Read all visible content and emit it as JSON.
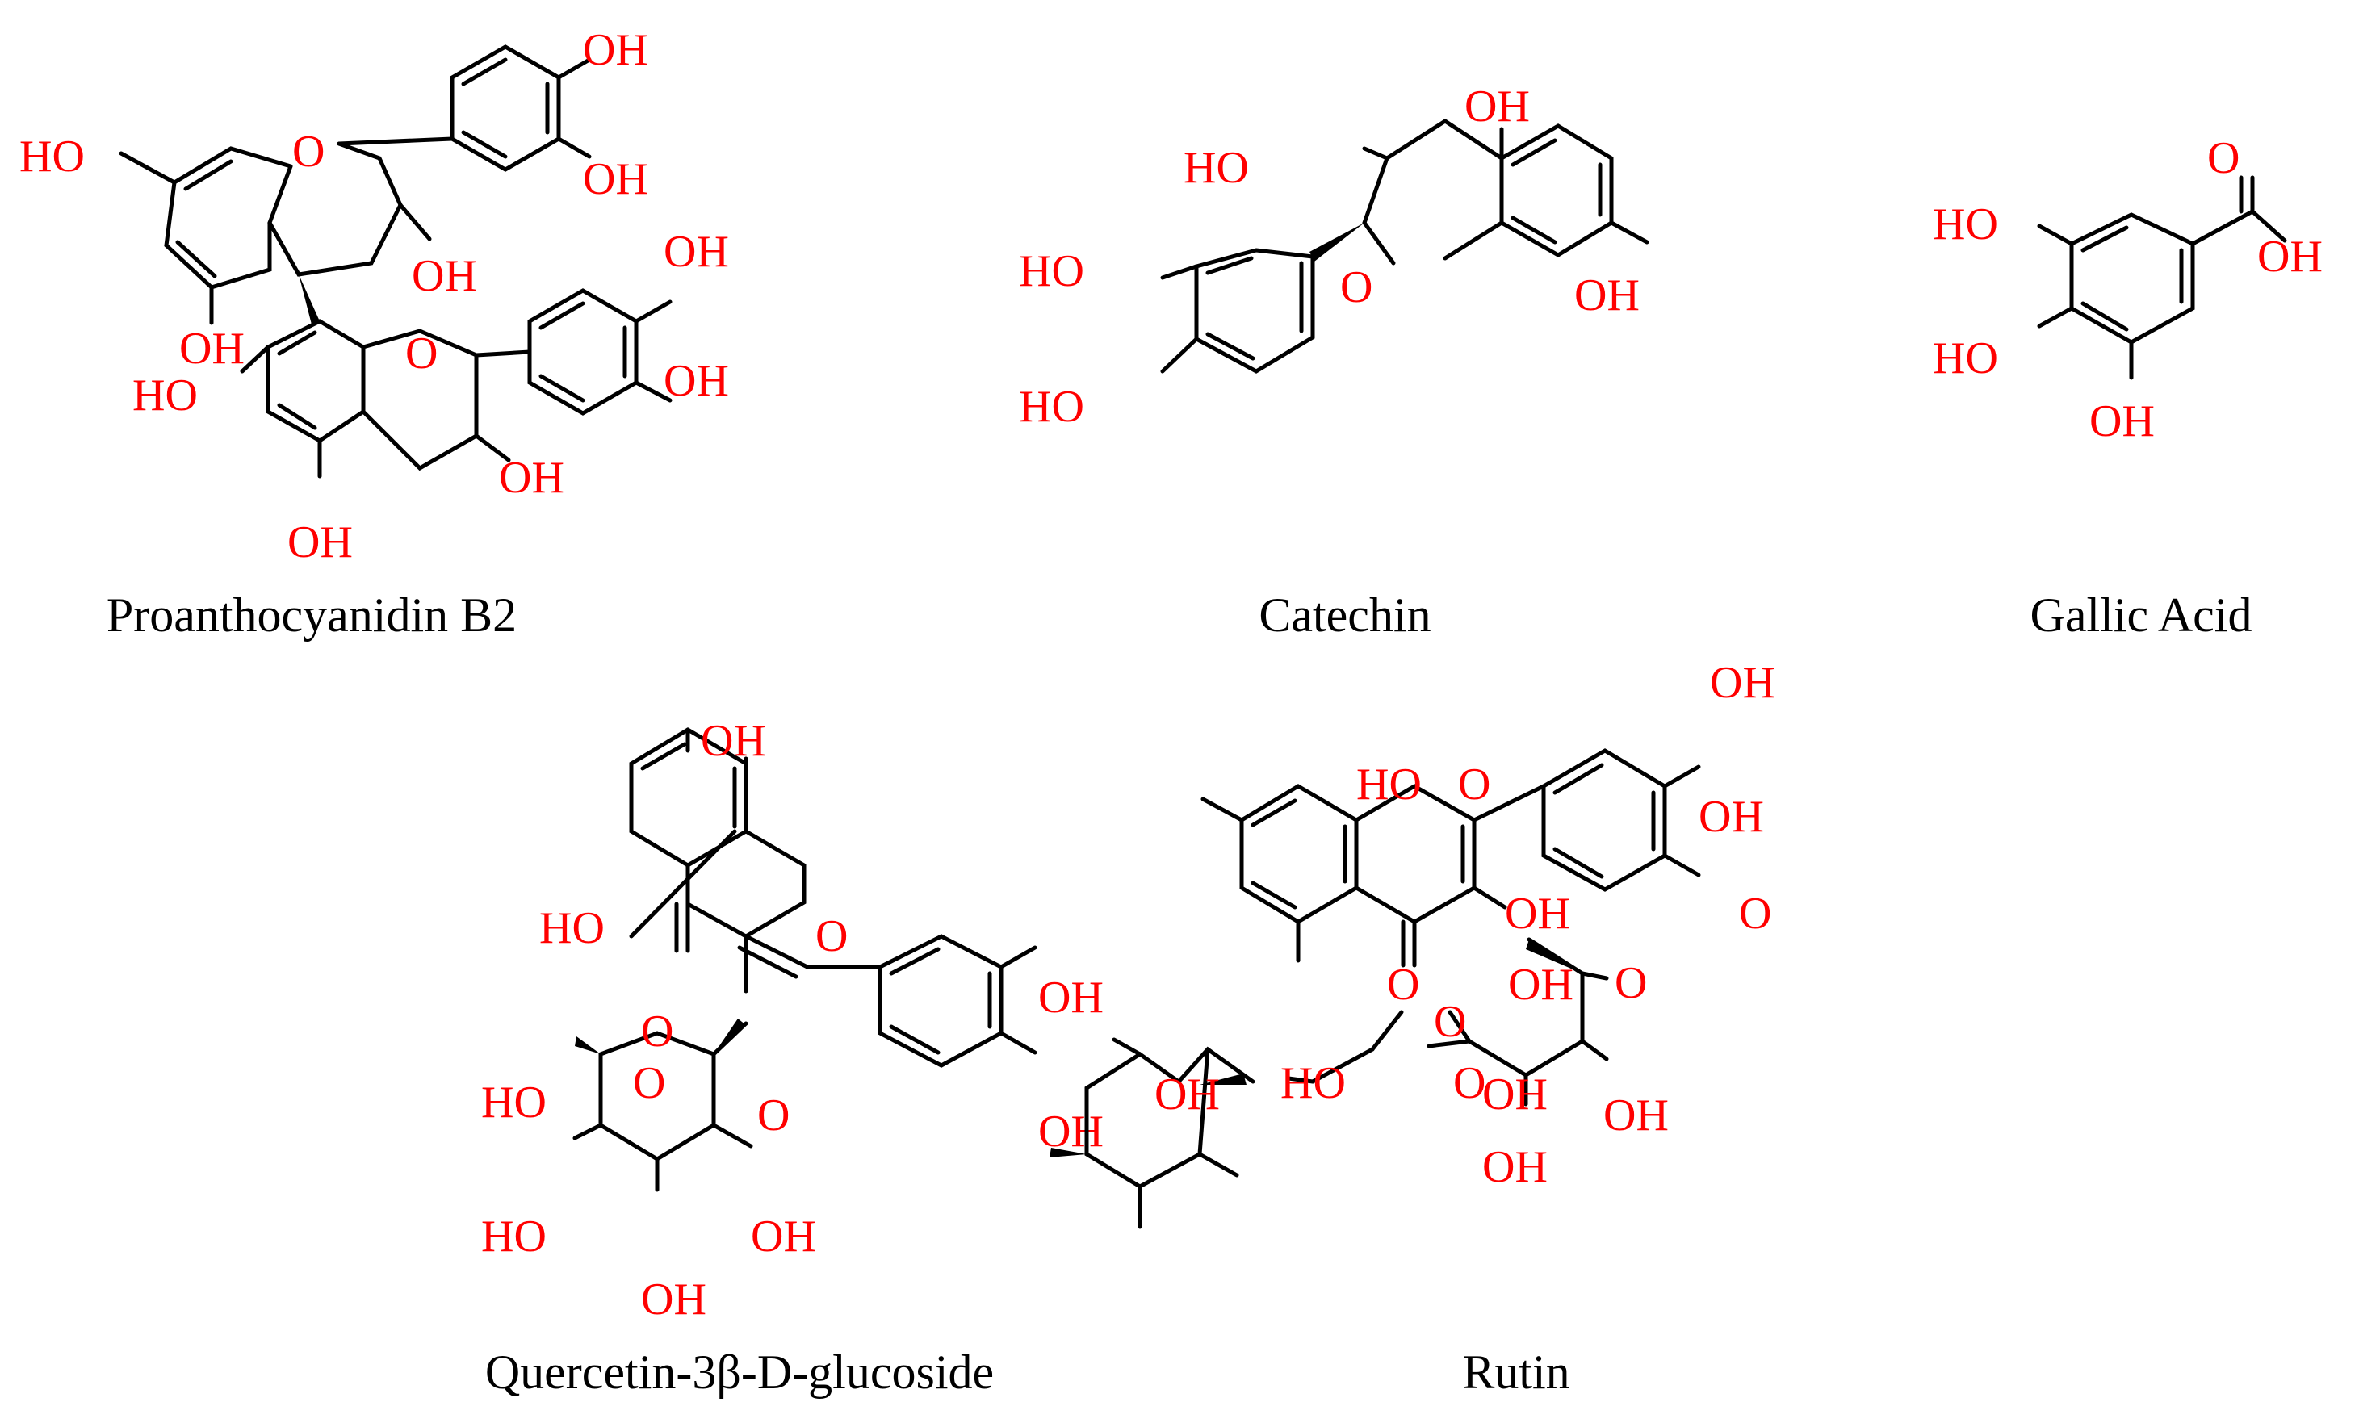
{
  "figure": {
    "atom_color": "#ff0000",
    "bond_color": "#000000",
    "background": "#ffffff"
  },
  "compounds": [
    {
      "name": "Proanthocyanidin B2",
      "atoms": [
        {
          "id": "OH_a1",
          "label": "OH"
        },
        {
          "id": "OH_a2",
          "label": "OH"
        },
        {
          "id": "HO_a3",
          "label": "HO"
        },
        {
          "id": "O_a4",
          "label": "O"
        },
        {
          "id": "OH_a5",
          "label": "OH"
        },
        {
          "id": "OH_a6",
          "label": "OH"
        },
        {
          "id": "OH_a7",
          "label": "OH"
        },
        {
          "id": "OH_a8",
          "label": "OH"
        },
        {
          "id": "HO_a9",
          "label": "HO"
        },
        {
          "id": "O_a10",
          "label": "O"
        },
        {
          "id": "OH_a11",
          "label": "OH"
        },
        {
          "id": "OH_a12",
          "label": "OH"
        }
      ]
    },
    {
      "name": "Catechin",
      "atoms": [
        {
          "id": "OH_b1",
          "label": "OH"
        },
        {
          "id": "HO_b2",
          "label": "HO"
        },
        {
          "id": "HO_b3",
          "label": "HO"
        },
        {
          "id": "O_b4",
          "label": "O"
        },
        {
          "id": "OH_b5",
          "label": "OH"
        },
        {
          "id": "HO_b6",
          "label": "HO"
        }
      ]
    },
    {
      "name": "Gallic Acid",
      "atoms": [
        {
          "id": "O_c1",
          "label": "O"
        },
        {
          "id": "HO_c2",
          "label": "HO"
        },
        {
          "id": "OH_c3",
          "label": "OH"
        },
        {
          "id": "HO_c4",
          "label": "HO"
        },
        {
          "id": "OH_c5",
          "label": "OH"
        }
      ]
    },
    {
      "name": "Quercetin-3β-D-glucoside",
      "atoms": [
        {
          "id": "OH_d1",
          "label": "OH"
        },
        {
          "id": "HO_d2",
          "label": "HO"
        },
        {
          "id": "O_d3",
          "label": "O"
        },
        {
          "id": "O_d4",
          "label": "O"
        },
        {
          "id": "OH_d5",
          "label": "OH"
        },
        {
          "id": "HO_d6",
          "label": "HO"
        },
        {
          "id": "O_d7",
          "label": "O"
        },
        {
          "id": "O_d8",
          "label": "O"
        },
        {
          "id": "OH_d9",
          "label": "OH"
        },
        {
          "id": "HO_d10",
          "label": "HO"
        },
        {
          "id": "OH_d11",
          "label": "OH"
        },
        {
          "id": "OH_d12",
          "label": "OH"
        }
      ]
    },
    {
      "name": "Rutin",
      "atoms": [
        {
          "id": "OH_e1",
          "label": "OH"
        },
        {
          "id": "HO_e2",
          "label": "HO"
        },
        {
          "id": "O_e3",
          "label": "O"
        },
        {
          "id": "OH_e4",
          "label": "OH"
        },
        {
          "id": "O_e5",
          "label": "O"
        },
        {
          "id": "OH_e6",
          "label": "OH"
        },
        {
          "id": "O_e7",
          "label": "O"
        },
        {
          "id": "OH_e8",
          "label": "OH"
        },
        {
          "id": "O_e9",
          "label": "O"
        },
        {
          "id": "O_e10",
          "label": "O"
        },
        {
          "id": "OH_e11",
          "label": "OH"
        },
        {
          "id": "O_e12",
          "label": "O"
        },
        {
          "id": "OH_e13",
          "label": "OH"
        },
        {
          "id": "HO_e14",
          "label": "HO"
        },
        {
          "id": "OH_e15",
          "label": "OH"
        },
        {
          "id": "OH_e16",
          "label": "OH"
        }
      ]
    }
  ]
}
